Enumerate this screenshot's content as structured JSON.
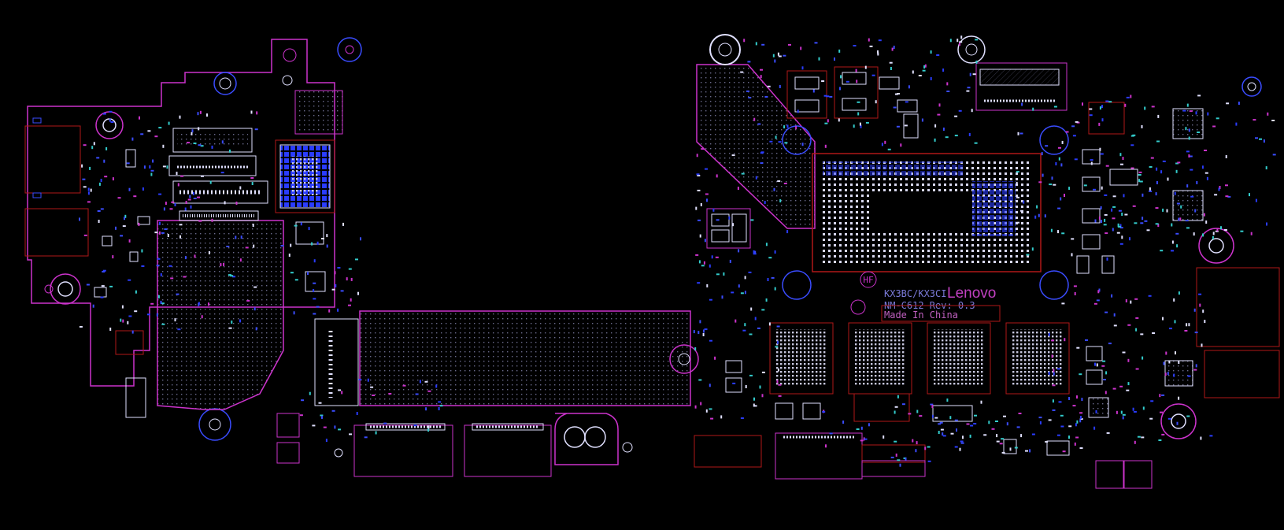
{
  "board": {
    "codename": "KX3BC/KX3CI",
    "pcb_number": "NM-C612 Rev: 0.3",
    "made_in": "Made In China",
    "brand_logo_text": "Lenovo",
    "mark_hf": "HF"
  },
  "colors": {
    "background": "#000000",
    "outline_magenta": "#cc33cc",
    "outline_red": "#b01818",
    "pad_blue": "#2a3cff",
    "pad_white": "#e8e8ff",
    "silk_cyan": "#33cccc",
    "logo_magenta": "#c040c0"
  }
}
